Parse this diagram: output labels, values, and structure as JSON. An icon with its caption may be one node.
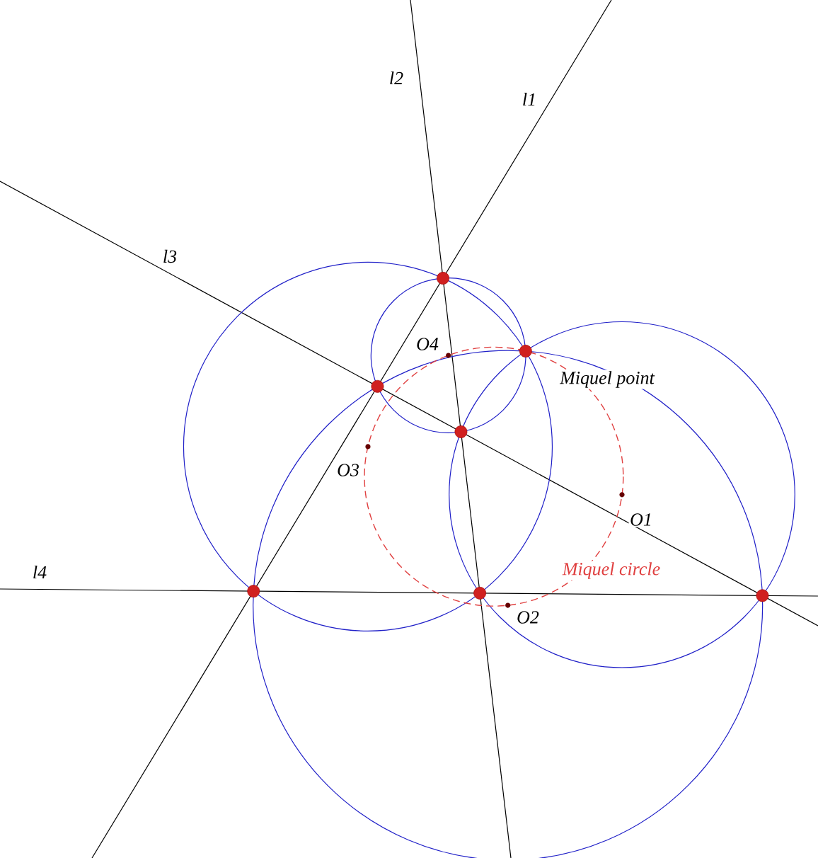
{
  "diagram": {
    "labels": [
      "l2",
      "l1",
      "l3",
      "l4",
      "O4",
      "Miquel point",
      "O3",
      "O1",
      "Miquel circle",
      "O2"
    ]
  }
}
